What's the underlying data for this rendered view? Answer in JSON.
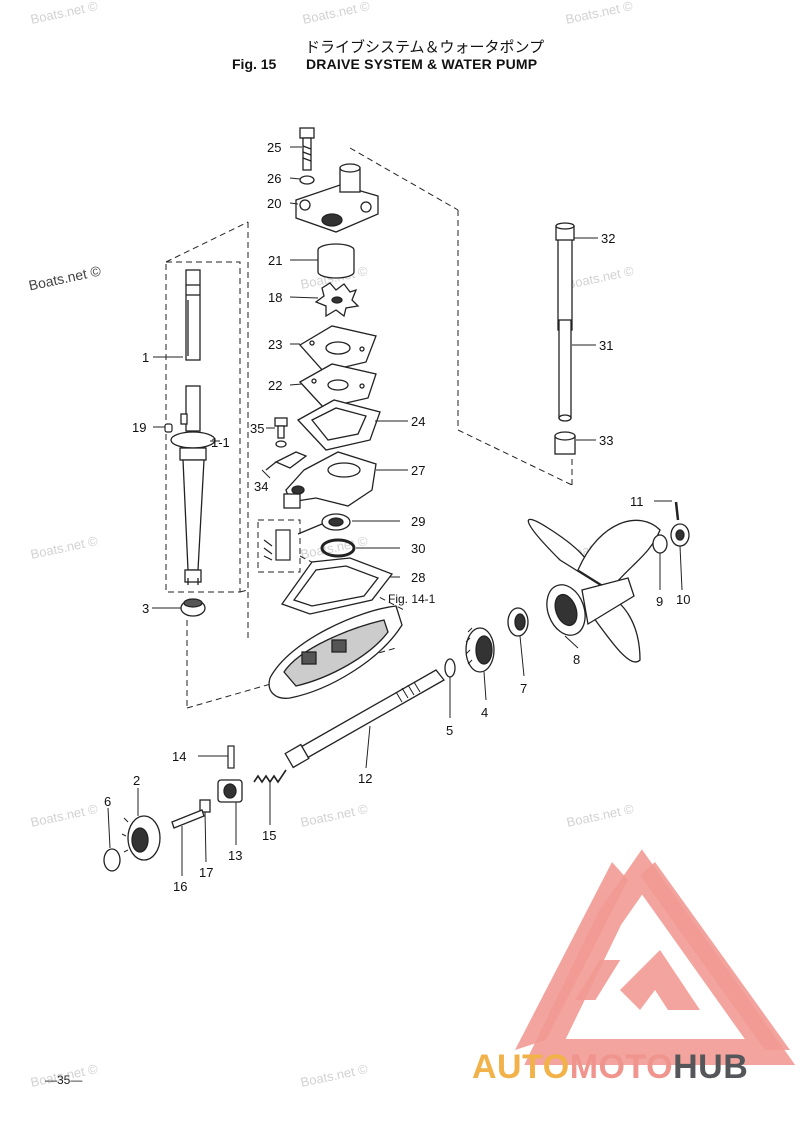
{
  "header": {
    "title_jp": "ドライブシステム＆ウォータポンプ",
    "fig_label": "Fig. 15",
    "title_en": "DRAIVE SYSTEM & WATER PUMP"
  },
  "callouts": [
    "1",
    "1-1",
    "2",
    "3",
    "4",
    "5",
    "6",
    "7",
    "8",
    "9",
    "10",
    "11",
    "12",
    "13",
    "14",
    "15",
    "16",
    "17",
    "18",
    "19",
    "20",
    "21",
    "22",
    "23",
    "24",
    "25",
    "26",
    "27",
    "28",
    "29",
    "30",
    "31",
    "32",
    "33",
    "34",
    "35"
  ],
  "ref_label": "Fig. 14-1",
  "watermark": "Boats.net ©",
  "page_number": "—35—",
  "brand": {
    "part1": "AUTO",
    "part2": "MOTO",
    "part3": "HUB"
  },
  "colors": {
    "line": "#222222",
    "watermark": "#d2d2d2",
    "logo_red": "#f29a94",
    "brand_orange": "#f2b24a",
    "brand_gray": "#55565a"
  }
}
